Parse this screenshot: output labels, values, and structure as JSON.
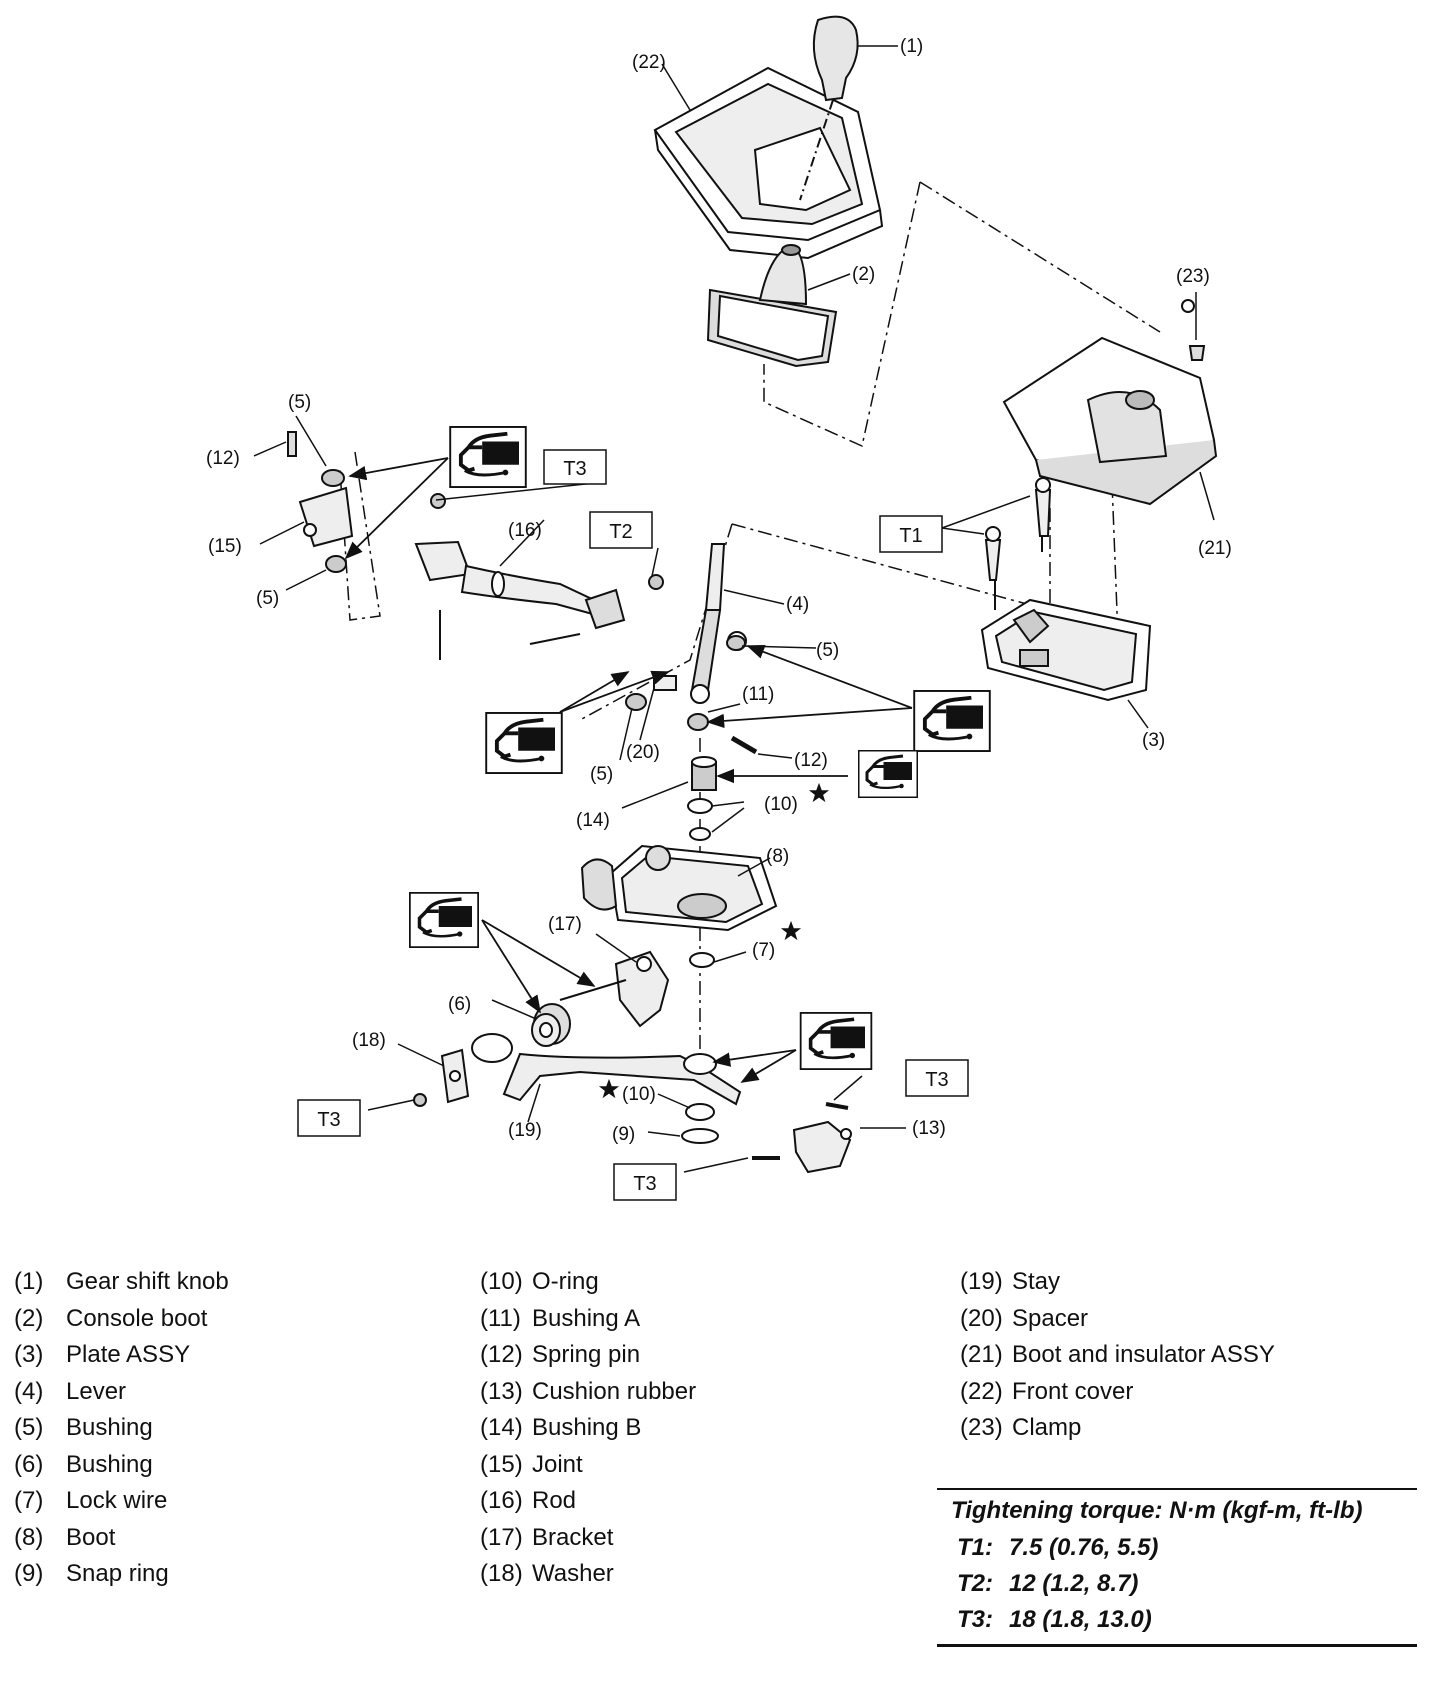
{
  "diagram": {
    "callouts": {
      "c1": "(1)",
      "c2": "(2)",
      "c3": "(3)",
      "c4": "(4)",
      "c5a": "(5)",
      "c5b": "(5)",
      "c5c": "(5)",
      "c5d": "(5)",
      "c6": "(6)",
      "c7": "(7)",
      "c8": "(8)",
      "c9": "(9)",
      "c10a": "(10)",
      "c10b": "(10)",
      "c11": "(11)",
      "c12a": "(12)",
      "c12b": "(12)",
      "c13": "(13)",
      "c14": "(14)",
      "c15": "(15)",
      "c16": "(16)",
      "c17": "(17)",
      "c18": "(18)",
      "c19": "(19)",
      "c20": "(20)",
      "c21": "(21)",
      "c22": "(22)",
      "c23": "(23)"
    },
    "torque_tags": {
      "t1": "T1",
      "t2": "T2",
      "t3a": "T3",
      "t3b": "T3",
      "t3c": "T3",
      "t3d": "T3"
    },
    "grease_icon": "grease-application-icon",
    "star_icon": "star-icon"
  },
  "legend": {
    "columns": [
      [
        {
          "num": "(1)",
          "label": "Gear shift knob"
        },
        {
          "num": "(2)",
          "label": "Console boot"
        },
        {
          "num": "(3)",
          "label": "Plate ASSY"
        },
        {
          "num": "(4)",
          "label": "Lever"
        },
        {
          "num": "(5)",
          "label": "Bushing"
        },
        {
          "num": "(6)",
          "label": "Bushing"
        },
        {
          "num": "(7)",
          "label": "Lock wire"
        },
        {
          "num": "(8)",
          "label": "Boot"
        },
        {
          "num": "(9)",
          "label": "Snap ring"
        }
      ],
      [
        {
          "num": "(10)",
          "label": "O-ring"
        },
        {
          "num": "(11)",
          "label": "Bushing A"
        },
        {
          "num": "(12)",
          "label": "Spring pin"
        },
        {
          "num": "(13)",
          "label": "Cushion rubber"
        },
        {
          "num": "(14)",
          "label": "Bushing B"
        },
        {
          "num": "(15)",
          "label": "Joint"
        },
        {
          "num": "(16)",
          "label": "Rod"
        },
        {
          "num": "(17)",
          "label": "Bracket"
        },
        {
          "num": "(18)",
          "label": "Washer"
        }
      ],
      [
        {
          "num": "(19)",
          "label": "Stay"
        },
        {
          "num": "(20)",
          "label": "Spacer"
        },
        {
          "num": "(21)",
          "label": "Boot and insulator ASSY"
        },
        {
          "num": "(22)",
          "label": "Front cover"
        },
        {
          "num": "(23)",
          "label": "Clamp"
        }
      ]
    ]
  },
  "torque": {
    "heading": "Tightening torque: N·m (kgf-m, ft-lb)",
    "rows": [
      {
        "key": "T1:",
        "value": "7.5 (0.76, 5.5)"
      },
      {
        "key": "T2:",
        "value": "12 (1.2, 8.7)"
      },
      {
        "key": "T3:",
        "value": "18 (1.8, 13.0)"
      }
    ]
  }
}
